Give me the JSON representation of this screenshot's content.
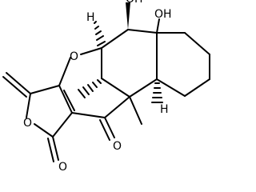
{
  "atoms": {
    "h_top": "H",
    "oh_top": "OH",
    "oh_right": "OH",
    "o_ether": "O",
    "o_lactone": "O",
    "o_ketone": "O",
    "o_carbonyl": "O",
    "h_bottom": "H"
  },
  "colors": {
    "bond": "#000000",
    "label": "#000000",
    "background": "#ffffff"
  }
}
